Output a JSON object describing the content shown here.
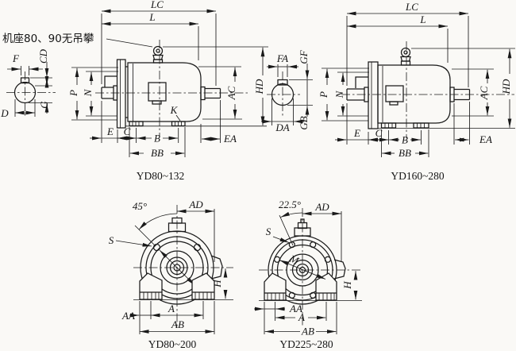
{
  "drawing": {
    "note": "机座80、90无吊攀",
    "ink_color": "#1a1a1a",
    "paper_color": "#faf9f6",
    "views": [
      {
        "caption": "YD80~132",
        "labels": {
          "lc": "LC",
          "l": "L",
          "p": "P",
          "n": "N",
          "f": "F",
          "cd": "CD",
          "g": "G",
          "d": "D",
          "e": "E",
          "c": "C",
          "b": "B",
          "bb": "BB",
          "k": "K",
          "ea": "EA",
          "ac": "AC",
          "hd": "HD"
        }
      },
      {
        "caption": "YD160~280",
        "labels": {
          "lc": "LC",
          "l": "L",
          "p": "P",
          "n": "N",
          "fa": "FA",
          "gf": "GF",
          "gb": "GB",
          "da": "DA",
          "e": "E",
          "c": "C",
          "b": "B",
          "bb": "BB",
          "ea": "EA",
          "ac": "AC",
          "hd": "HD"
        }
      },
      {
        "caption": "YD80~200",
        "labels": {
          "angle": "45°",
          "ad": "AD",
          "s": "S",
          "h": "H",
          "aa": "AA",
          "a": "A",
          "ab": "AB"
        }
      },
      {
        "caption": "YD225~280",
        "labels": {
          "angle": "22.5°",
          "ad": "AD",
          "s": "S",
          "m": "M",
          "h": "H",
          "aa": "AA",
          "a": "A",
          "ab": "AB"
        }
      }
    ]
  }
}
